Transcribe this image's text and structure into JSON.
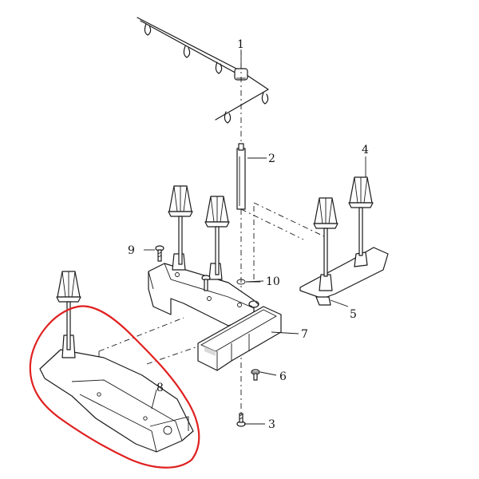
{
  "colors": {
    "line": "#1a1a1a",
    "highlight": "#e02020",
    "background": "#ffffff"
  },
  "callouts": [
    {
      "id": "callout-1",
      "text": "1"
    },
    {
      "id": "callout-2",
      "text": "2"
    },
    {
      "id": "callout-3",
      "text": "3"
    },
    {
      "id": "callout-4",
      "text": "4"
    },
    {
      "id": "callout-5",
      "text": "5"
    },
    {
      "id": "callout-6",
      "text": "6"
    },
    {
      "id": "callout-7",
      "text": "7"
    },
    {
      "id": "callout-8",
      "text": "8"
    },
    {
      "id": "callout-9",
      "text": "9"
    },
    {
      "id": "callout-10",
      "text": "10"
    }
  ],
  "highlight": {
    "shape": "freehand-loop",
    "color": "#e02020",
    "encloses": "8"
  }
}
